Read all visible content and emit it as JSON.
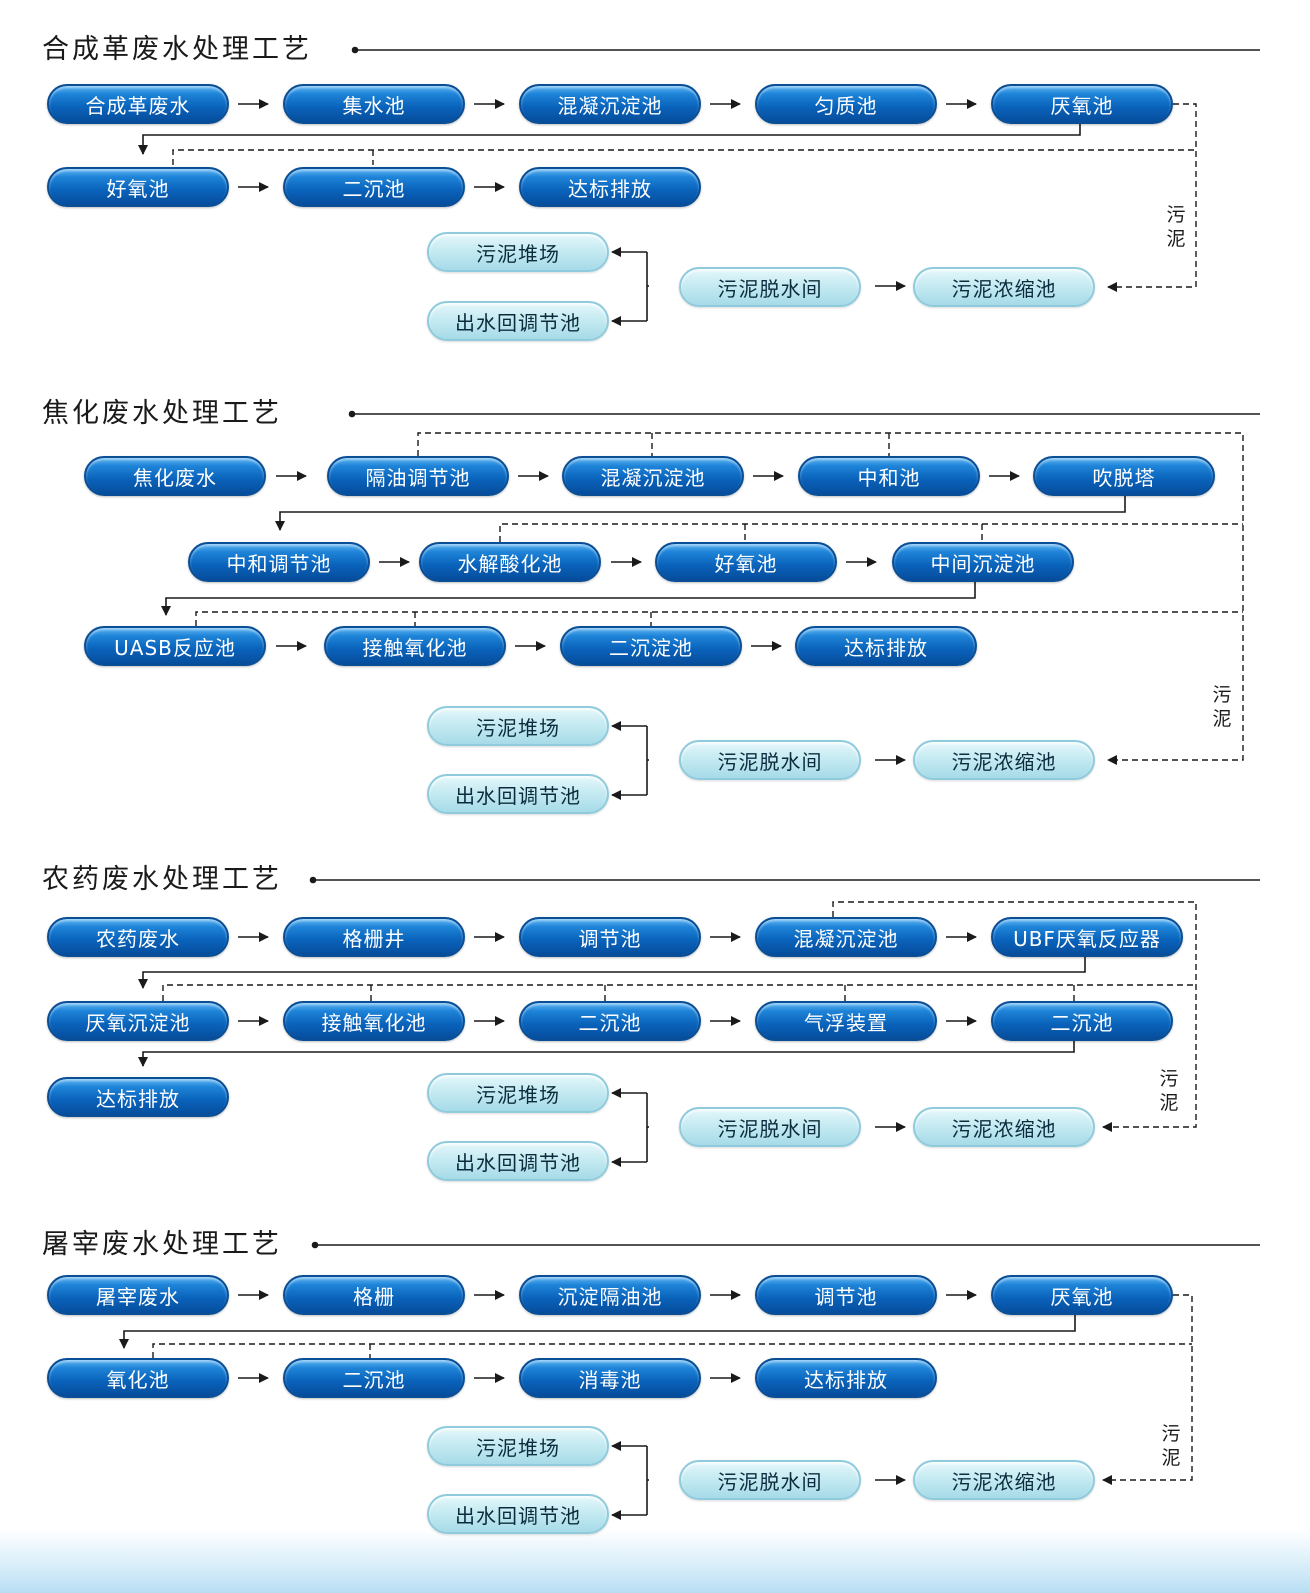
{
  "sections": [
    {
      "title": "合成革废水处理工艺",
      "row1": [
        "合成革废水",
        "集水池",
        "混凝沉淀池",
        "匀质池",
        "厌氧池"
      ],
      "row2": [
        "好氧池",
        "二沉池",
        "达标排放"
      ],
      "sludge_label": "污泥",
      "sludge": {
        "thicken": "污泥浓缩池",
        "dewater": "污泥脱水间",
        "pile": "污泥堆场",
        "return": "出水回调节池"
      }
    },
    {
      "title": "焦化废水处理工艺",
      "row1": [
        "焦化废水",
        "隔油调节池",
        "混凝沉淀池",
        "中和池",
        "吹脱塔"
      ],
      "row2": [
        "中和调节池",
        "水解酸化池",
        "好氧池",
        "中间沉淀池"
      ],
      "row3": [
        "UASB反应池",
        "接触氧化池",
        "二沉淀池",
        "达标排放"
      ],
      "sludge_label": "污泥",
      "sludge": {
        "thicken": "污泥浓缩池",
        "dewater": "污泥脱水间",
        "pile": "污泥堆场",
        "return": "出水回调节池"
      }
    },
    {
      "title": "农药废水处理工艺",
      "row1": [
        "农药废水",
        "格栅井",
        "调节池",
        "混凝沉淀池",
        "UBF厌氧反应器"
      ],
      "row2": [
        "厌氧沉淀池",
        "接触氧化池",
        "二沉池",
        "气浮装置",
        "二沉池"
      ],
      "row3": [
        "达标排放"
      ],
      "sludge_label": "污泥",
      "sludge": {
        "thicken": "污泥浓缩池",
        "dewater": "污泥脱水间",
        "pile": "污泥堆场",
        "return": "出水回调节池"
      }
    },
    {
      "title": "屠宰废水处理工艺",
      "row1": [
        "屠宰废水",
        "格栅",
        "沉淀隔油池",
        "调节池",
        "厌氧池"
      ],
      "row2": [
        "氧化池",
        "二沉池",
        "消毒池",
        "达标排放"
      ],
      "sludge_label": "污泥",
      "sludge": {
        "thicken": "污泥浓缩池",
        "dewater": "污泥脱水间",
        "pile": "污泥堆场",
        "return": "出水回调节池"
      }
    }
  ],
  "colors": {
    "pill_blue": "#0a63bb",
    "pill_light": "#c9ecf3",
    "line": "#1a1a1a"
  }
}
